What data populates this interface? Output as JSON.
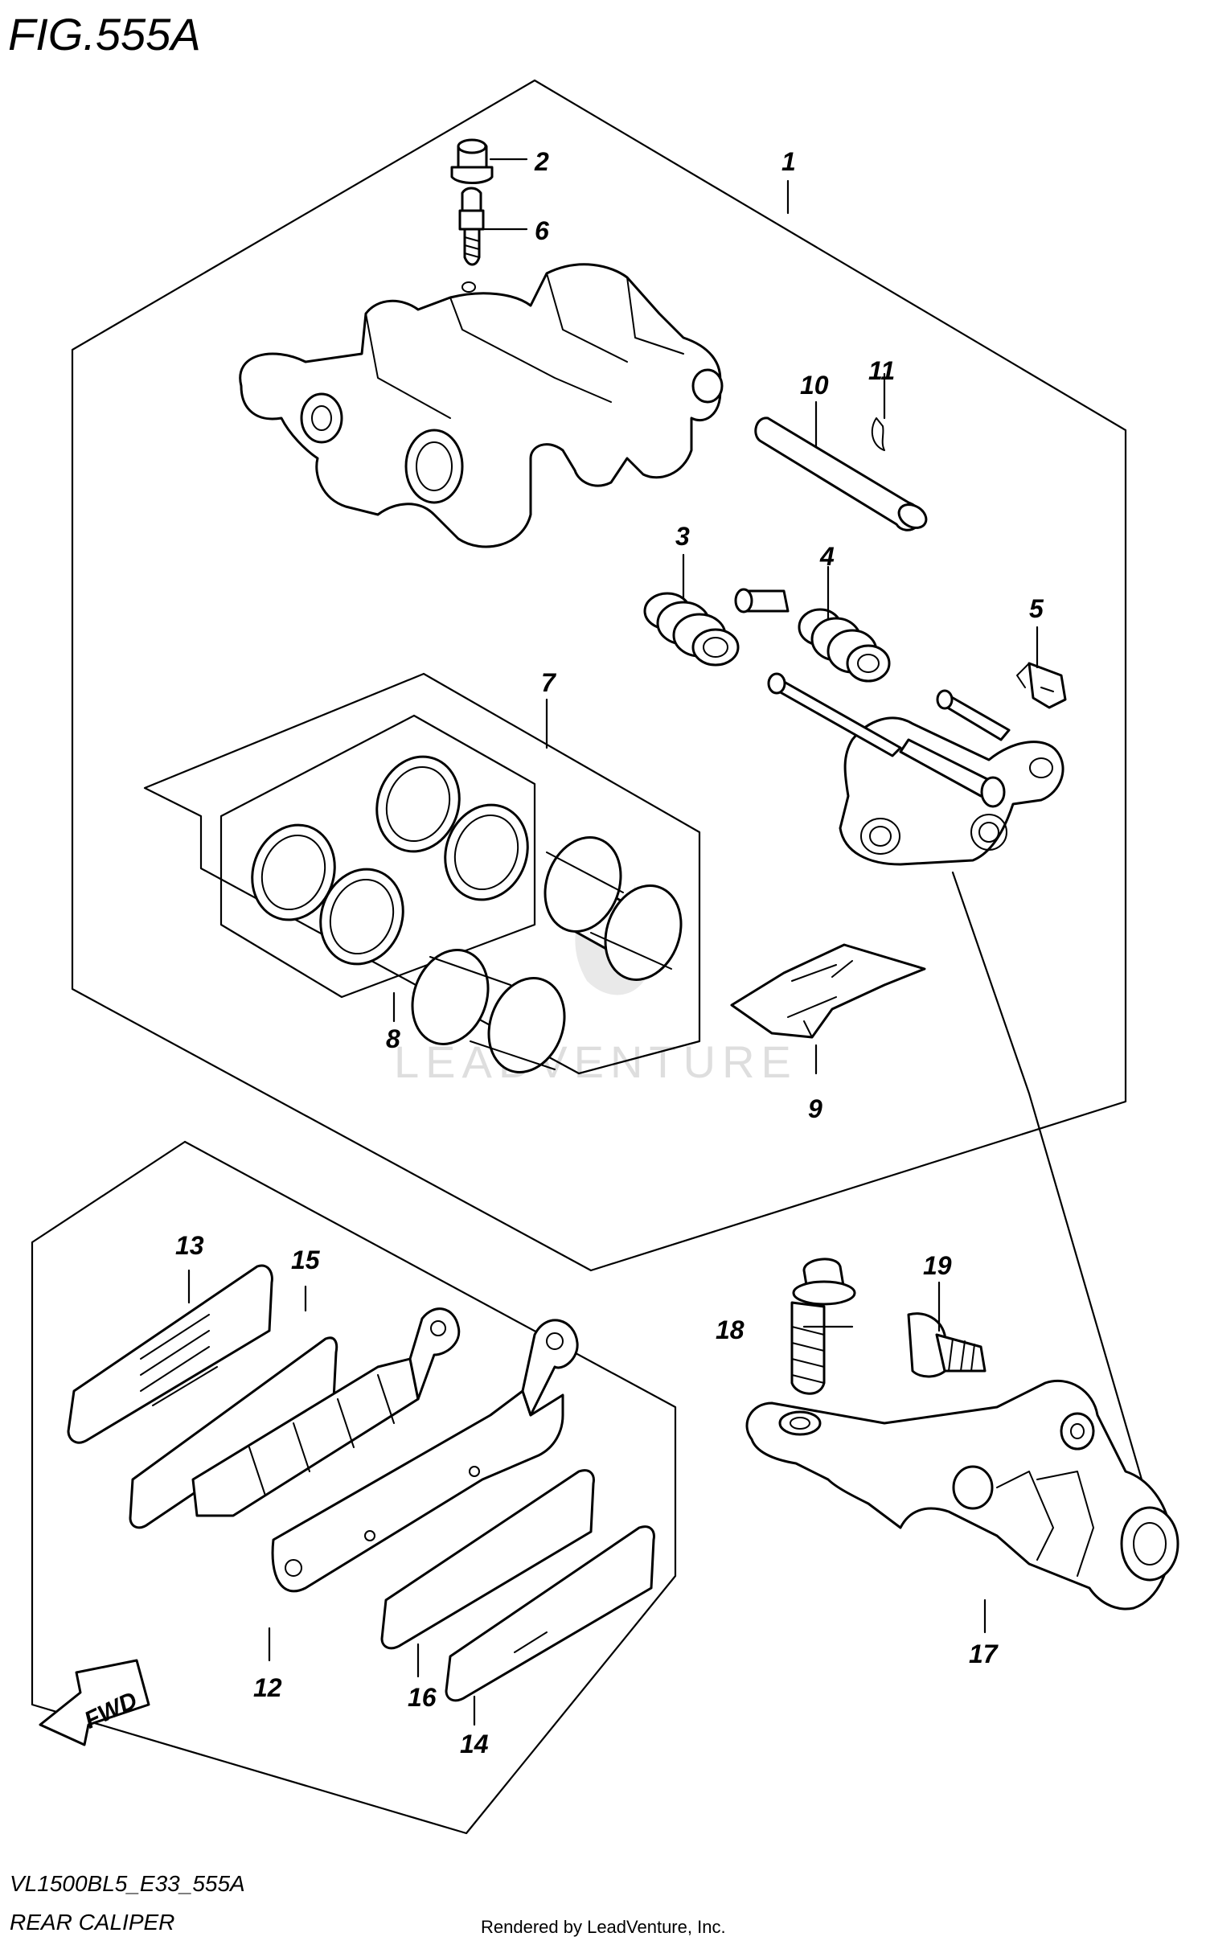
{
  "figure": {
    "title": "FIG.555A",
    "model_code": "VL1500BL5_E33_555A",
    "caption": "REAR CALIPER",
    "credit": "Rendered by LeadVenture, Inc.",
    "watermark": "LEADVENTURE",
    "direction_marker": "FWD"
  },
  "callouts": [
    "1",
    "2",
    "3",
    "4",
    "5",
    "6",
    "7",
    "8",
    "9",
    "10",
    "11",
    "12",
    "13",
    "14",
    "15",
    "16",
    "17",
    "18",
    "19"
  ],
  "colors": {
    "line": "#000000",
    "background": "#ffffff",
    "watermark": "#d6d6d6"
  }
}
